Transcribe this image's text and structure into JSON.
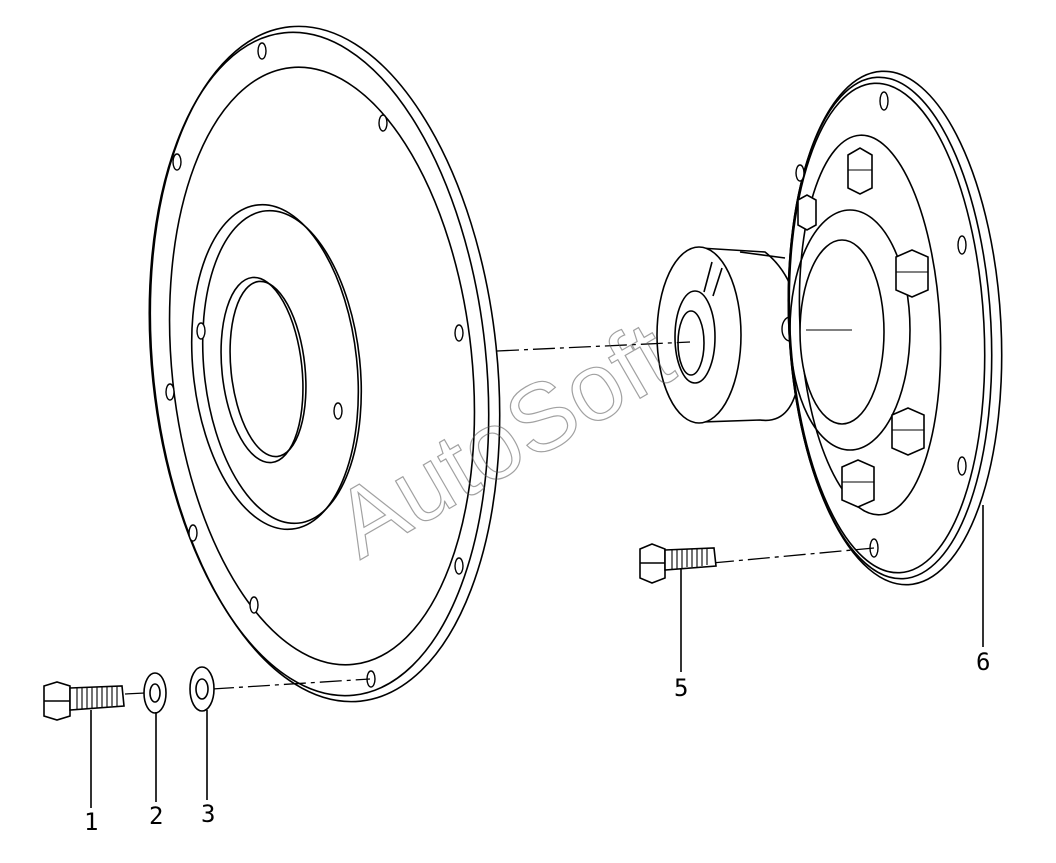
{
  "callouts": {
    "part_1": "1",
    "part_2": "2",
    "part_3": "3",
    "part_5": "5",
    "part_6": "6"
  },
  "watermark": "AutoSoft",
  "colors": {
    "line": "#000000",
    "background": "#ffffff"
  }
}
